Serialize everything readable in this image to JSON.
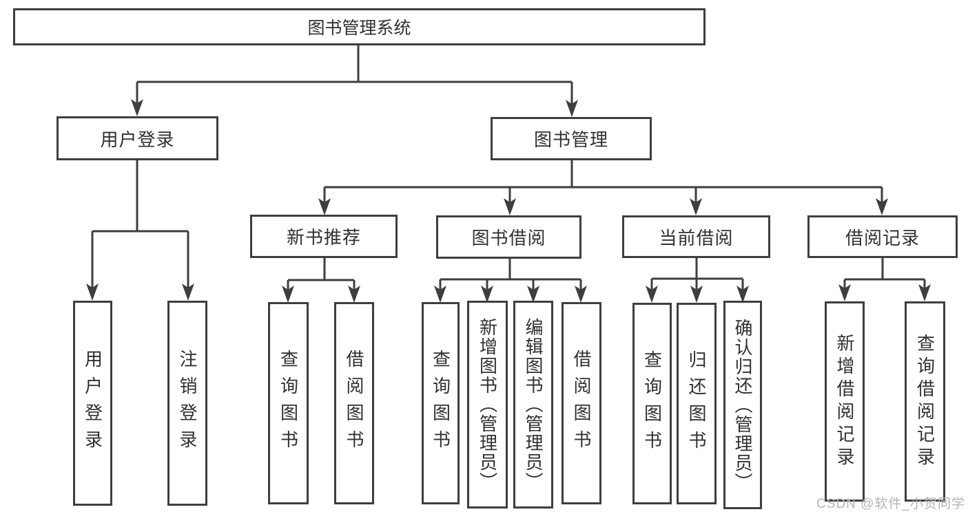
{
  "tree": {
    "label": "图书管理系统",
    "children": [
      {
        "label": "用户登录",
        "children": [
          {
            "label": "用户登录"
          },
          {
            "label": "注销登录"
          }
        ]
      },
      {
        "label": "图书管理",
        "children": [
          {
            "label": "新书推荐",
            "children": [
              {
                "label": "查询图书"
              },
              {
                "label": "借阅图书"
              }
            ]
          },
          {
            "label": "图书借阅",
            "children": [
              {
                "label": "查询图书"
              },
              {
                "label": "新增图书（管理员）"
              },
              {
                "label": "编辑图书（管理员）"
              },
              {
                "label": "借阅图书"
              }
            ]
          },
          {
            "label": "当前借阅",
            "children": [
              {
                "label": "查询图书"
              },
              {
                "label": "归还图书"
              },
              {
                "label": "确认归还（管理员）"
              }
            ]
          },
          {
            "label": "借阅记录",
            "children": [
              {
                "label": "新增借阅记录"
              },
              {
                "label": "查询借阅记录"
              }
            ]
          }
        ]
      }
    ]
  },
  "watermark": {
    "text": "CSDN @软件_小贺同学"
  },
  "colors": {
    "line": "#3e3e3e",
    "box_border": "#3e3e3e",
    "box_bg": "#ffffff",
    "text": "#303030",
    "watermark": "#b4b4b4"
  }
}
